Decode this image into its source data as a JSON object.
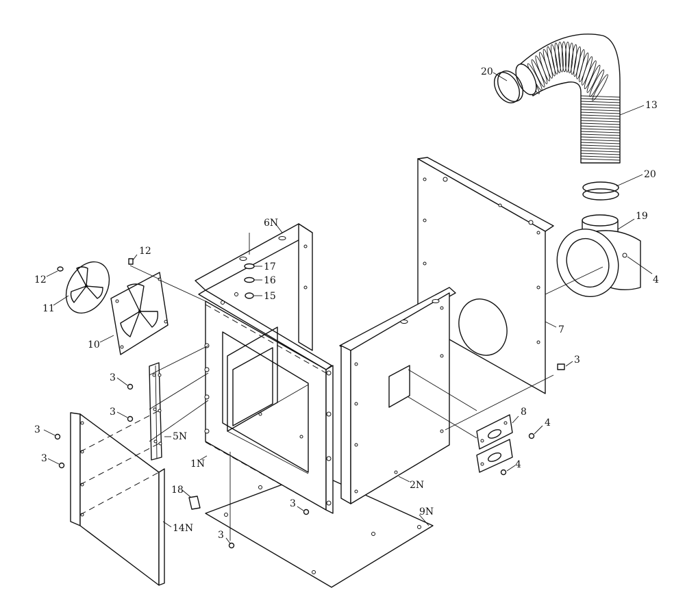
{
  "diagram": {
    "labels": {
      "l20a": "20",
      "l13": "13",
      "l20b": "20",
      "l19": "19",
      "l4a": "4",
      "l7": "7",
      "l6N": "6N",
      "l17": "17",
      "l16": "16",
      "l15": "15",
      "l12a": "12",
      "l12b": "12",
      "l11": "11",
      "l10": "10",
      "l3a": "3",
      "l3b": "3",
      "l3c": "3",
      "l3d": "3",
      "l3e": "3",
      "l3f": "3",
      "l3g": "3",
      "l5N": "5N",
      "l1N": "1N",
      "l18": "18",
      "l14N": "14N",
      "l2N": "2N",
      "l9N": "9N",
      "l8": "8",
      "l4b": "4",
      "l4c": "4"
    }
  }
}
